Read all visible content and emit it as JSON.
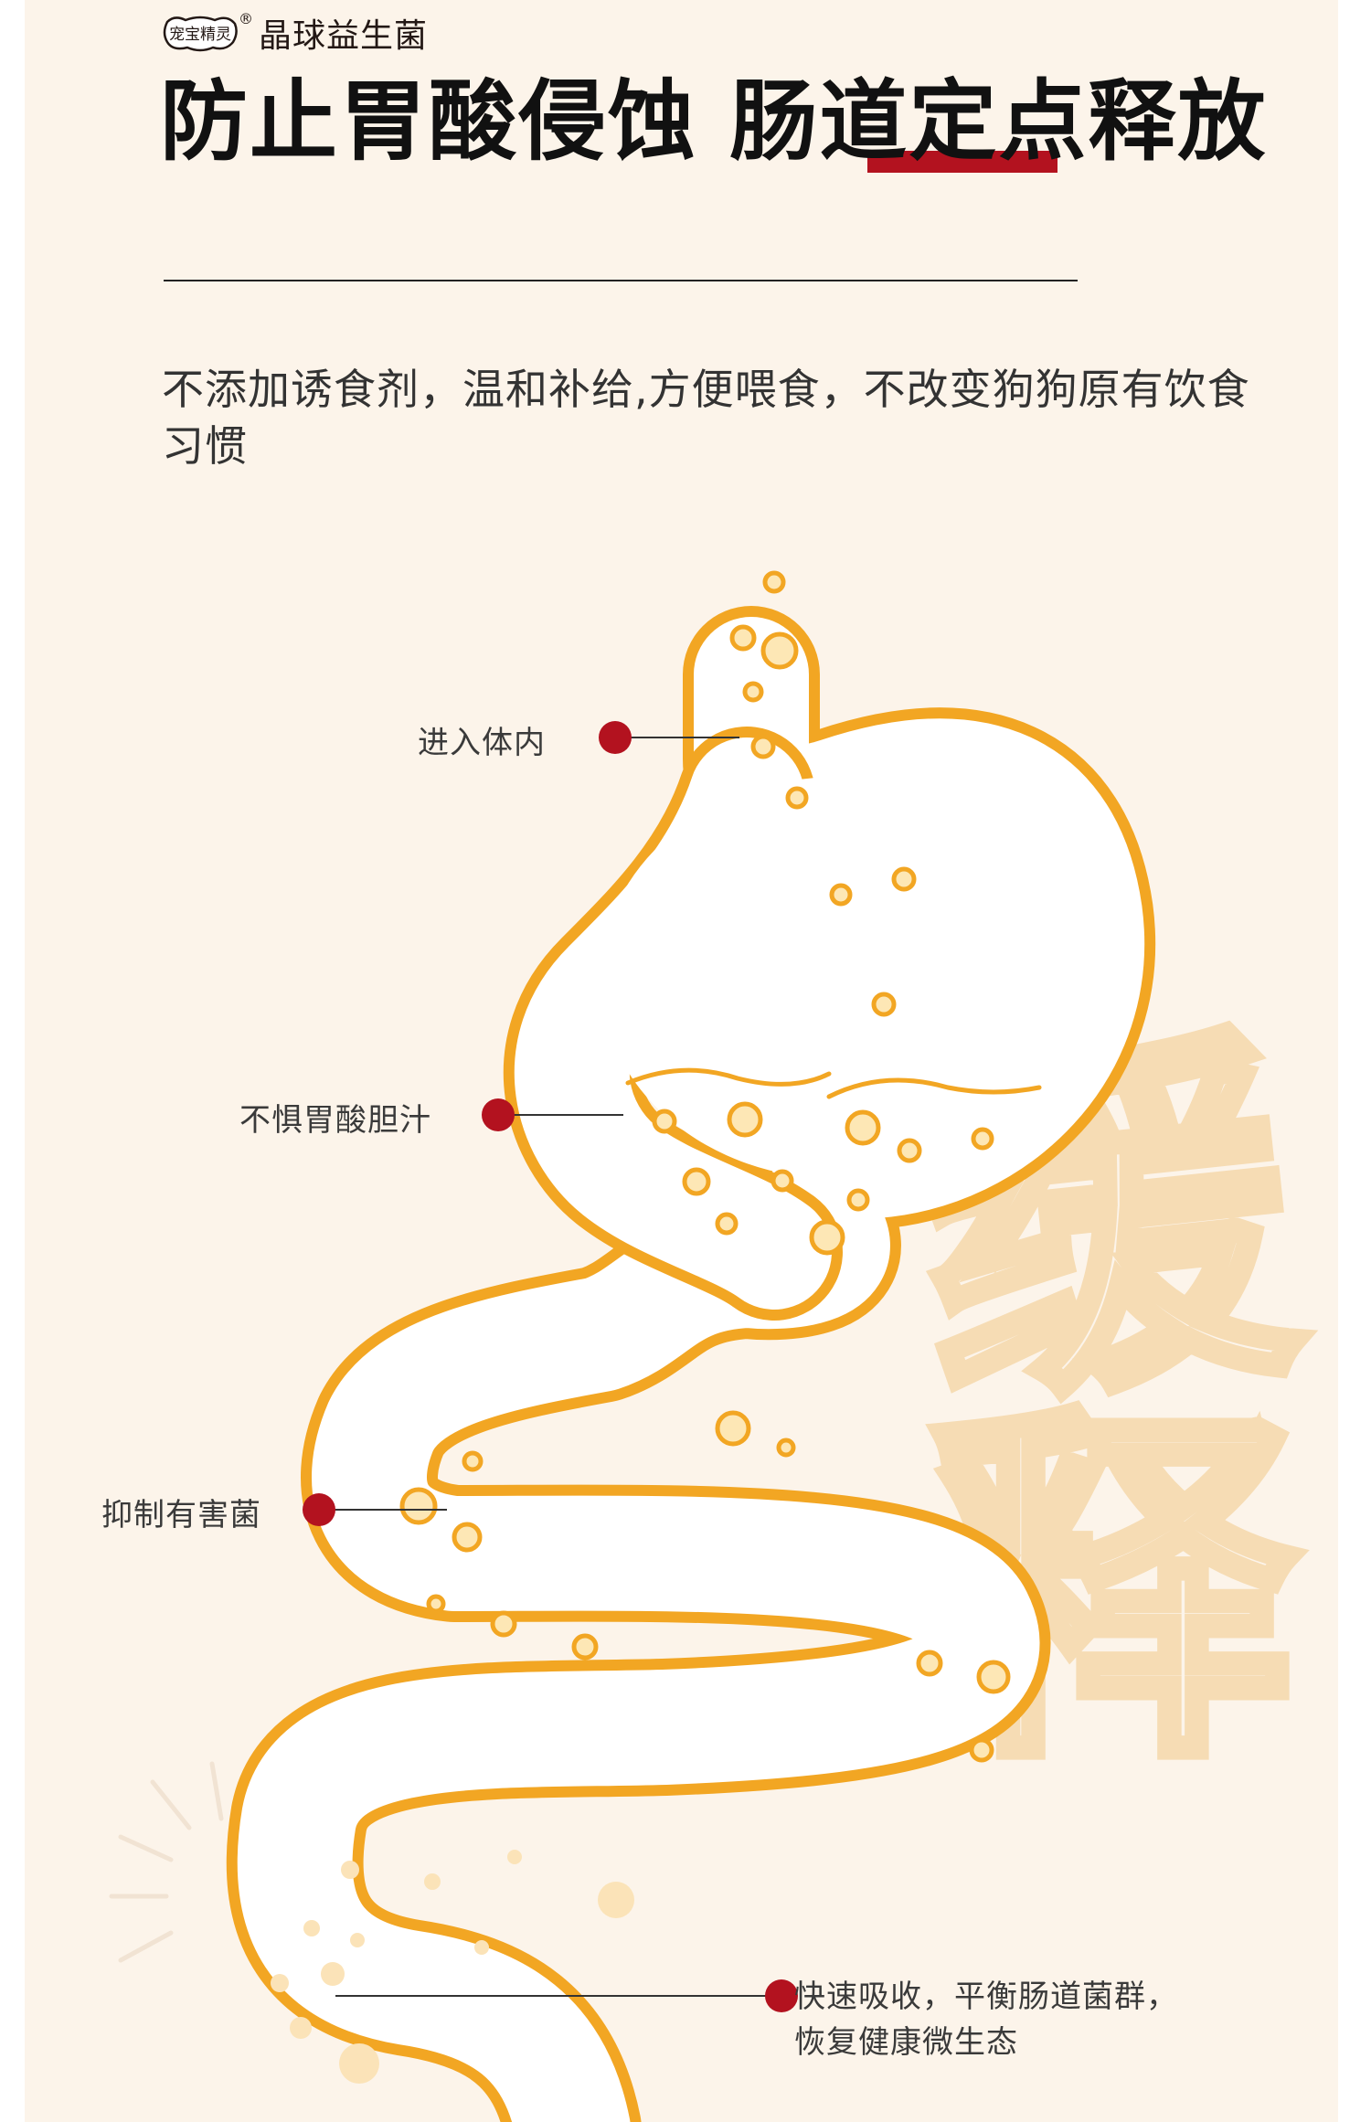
{
  "brand": {
    "logo_text": "宠宝精灵",
    "registered_mark": "®",
    "product_name": "晶球益生菌"
  },
  "headline": "防止胃酸侵蚀 肠道定点释放",
  "description": "不添加诱食剂，温和补给,方便喂食，不改变狗狗原有饮食习惯",
  "watermark_chars": [
    "缓",
    "释"
  ],
  "colors": {
    "background": "#fcf4ea",
    "outline": "#f2a623",
    "accent_red": "#b3121f",
    "bubble_fill": "#fde7b5"
  },
  "labels": {
    "enter_body": "进入体内",
    "acid_resistant": "不惧胃酸胆汁",
    "inhibit_bacteria": "抑制有害菌",
    "absorb_line1": "快速吸收，平衡肠道菌群，",
    "absorb_line2": "恢复健康微生态"
  }
}
